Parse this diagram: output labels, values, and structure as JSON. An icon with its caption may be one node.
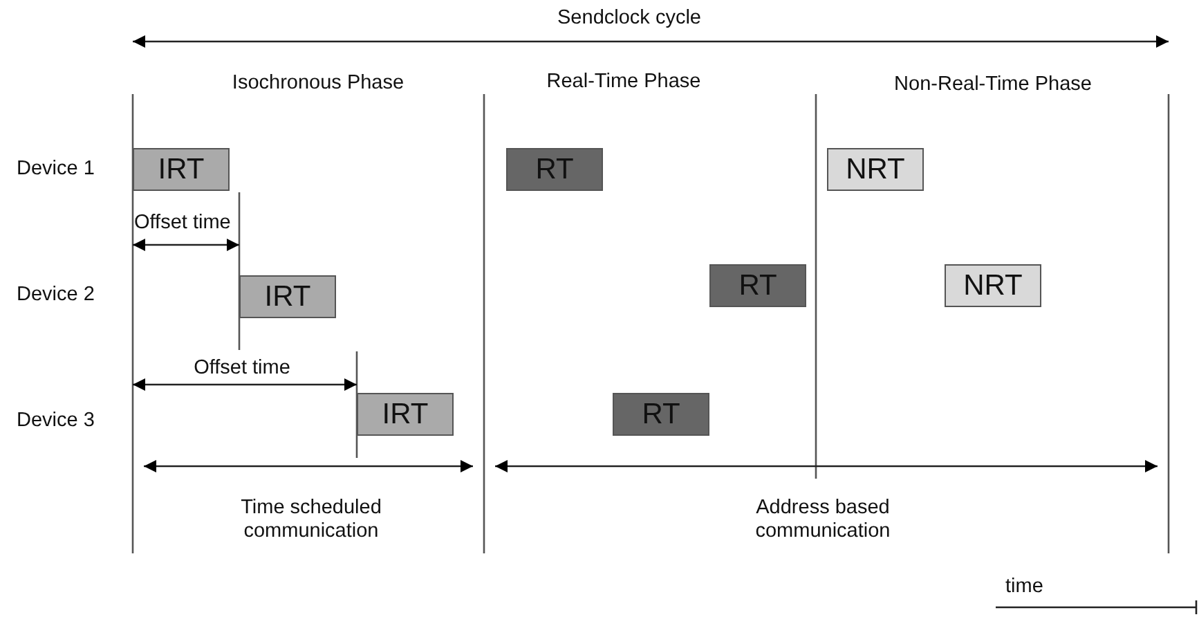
{
  "diagram": {
    "nodes": [
      {
        "text": [
          "IRT"
        ]
      },
      {
        "text": [
          "RT"
        ]
      },
      {
        "text": [
          "NRT"
        ]
      },
      {
        "text": [
          "IRT"
        ]
      },
      {
        "text": [
          "RT"
        ]
      },
      {
        "text": [
          "NRT"
        ]
      },
      {
        "text": [
          "IRT"
        ]
      },
      {
        "text": [
          "RT"
        ]
      }
    ],
    "labels": [
      "Sendclock cycle",
      "Isochronous Phase",
      "Real-Time Phase",
      "Non-Real-Time Phase",
      "Device 1",
      "Offset time",
      "Device 2",
      "Offset time",
      "Device 3",
      "Time scheduled communication",
      "Address based communication",
      "time"
    ]
  }
}
